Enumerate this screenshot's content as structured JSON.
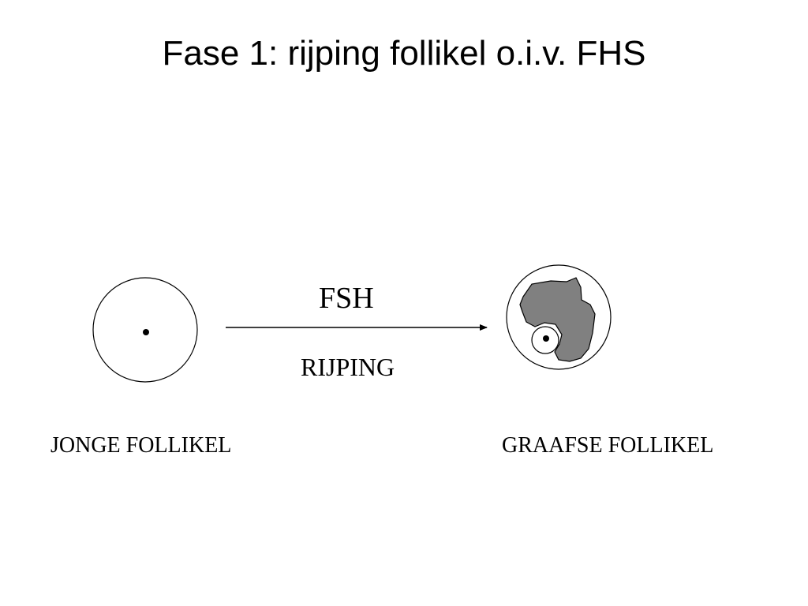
{
  "slide": {
    "title": "Fase 1: rijping follikel o.i.v. FHS"
  },
  "diagram": {
    "arrow_top_label": "FSH",
    "arrow_bottom_label": "RIJPING",
    "left_label": "JONGE FOLLIKEL",
    "right_label": "GRAAFSE FOLLIKEL",
    "colors": {
      "stroke": "#000000",
      "antrum_fill": "#808080",
      "background": "#ffffff"
    }
  }
}
